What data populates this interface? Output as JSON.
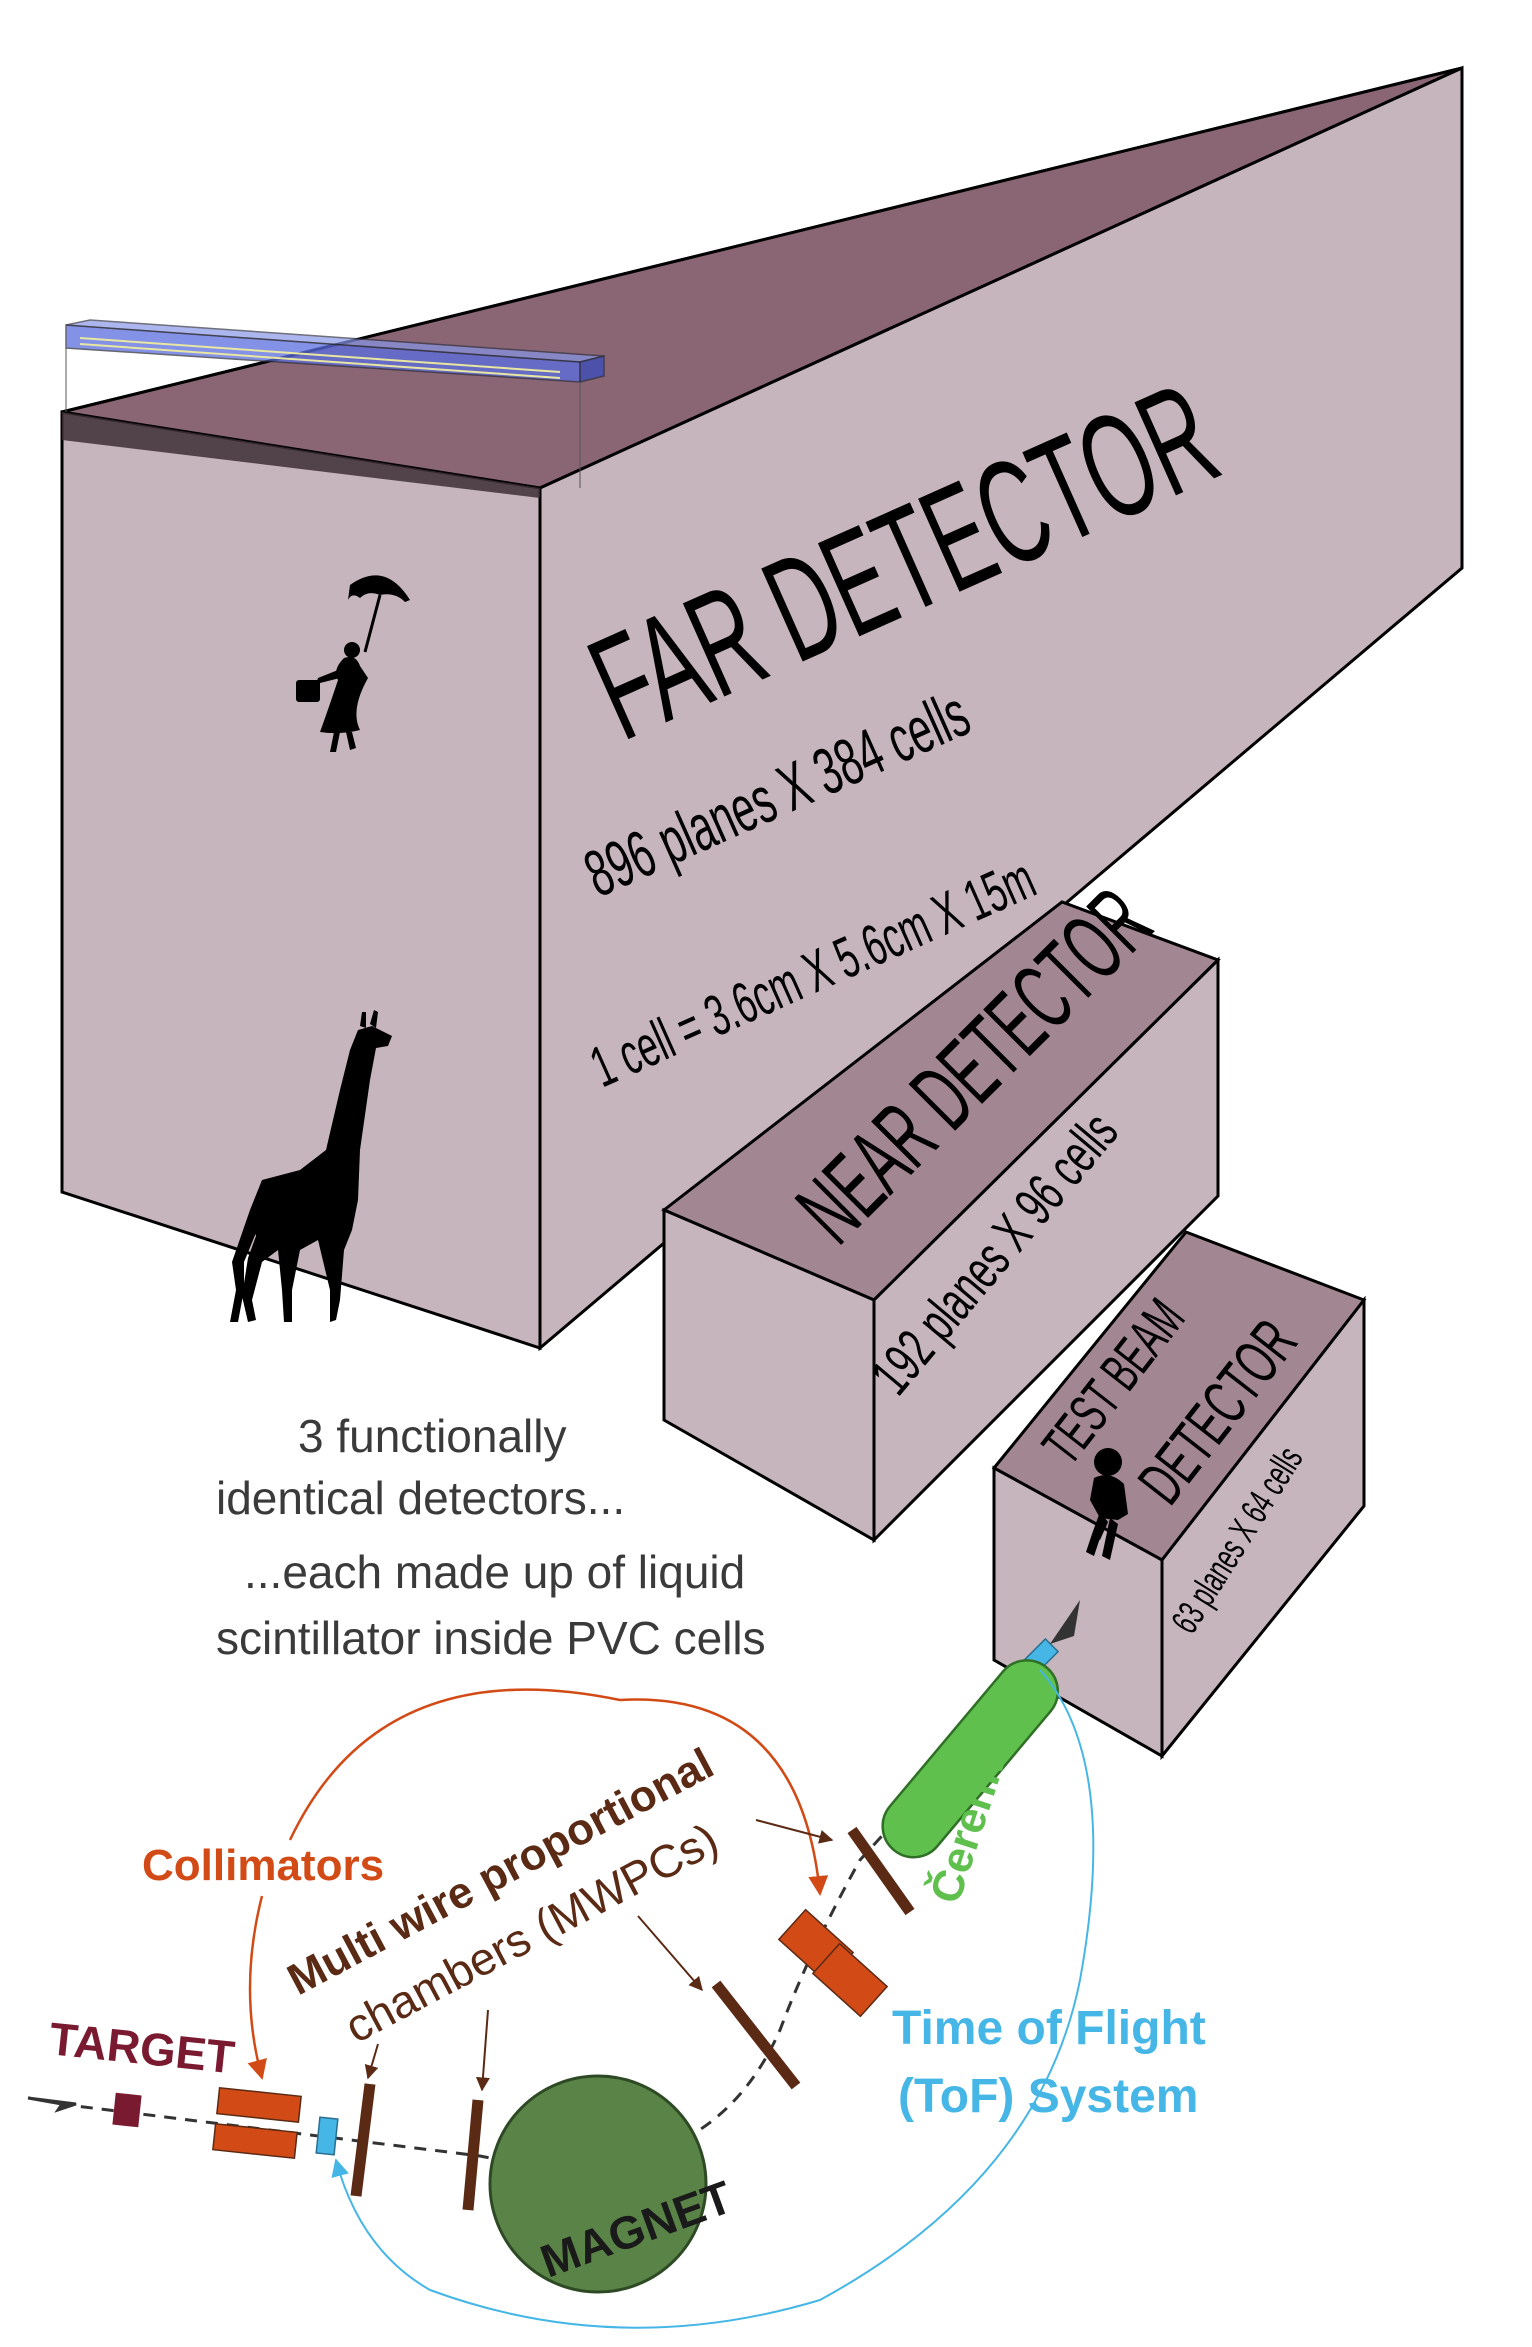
{
  "far_detector": {
    "title": "FAR DETECTOR",
    "planes": "896 planes X 384 cells",
    "cell_size": "1 cell = 3.6cm X 5.6cm X 15m"
  },
  "near_detector": {
    "title": "NEAR DETECTOR",
    "planes": "192 planes X 96 cells"
  },
  "test_beam_detector": {
    "title_line1": "TEST BEAM",
    "title_line2": "DETECTOR",
    "planes": "63 planes X 64 cells"
  },
  "caption": {
    "line1": "3 functionally",
    "line2": "identical detectors...",
    "line3": "...each made up of liquid",
    "line4": "scintillator inside PVC cells"
  },
  "beamline": {
    "target": "TARGET",
    "collimators": "Collimators",
    "mwpc_line1": "Multi wire proportional",
    "mwpc_line2": "chambers (MWPCs)",
    "cerenkov": "Čerenkov",
    "tof_line1": "Time of Flight",
    "tof_line2": "(ToF) System",
    "magnet": "MAGNET"
  },
  "colors": {
    "box_front": "#c6b5bd",
    "box_top": "#8a6675",
    "target": "#7a1a30",
    "collimator": "#d24a15",
    "mwpc": "#5a2a15",
    "cerenkov": "#5fc04e",
    "tof": "#45b6e6",
    "magnet": "#5a8447"
  },
  "icons": [
    "umbrella-lady-silhouette",
    "giraffe-silhouette",
    "seated-person-silhouette"
  ]
}
